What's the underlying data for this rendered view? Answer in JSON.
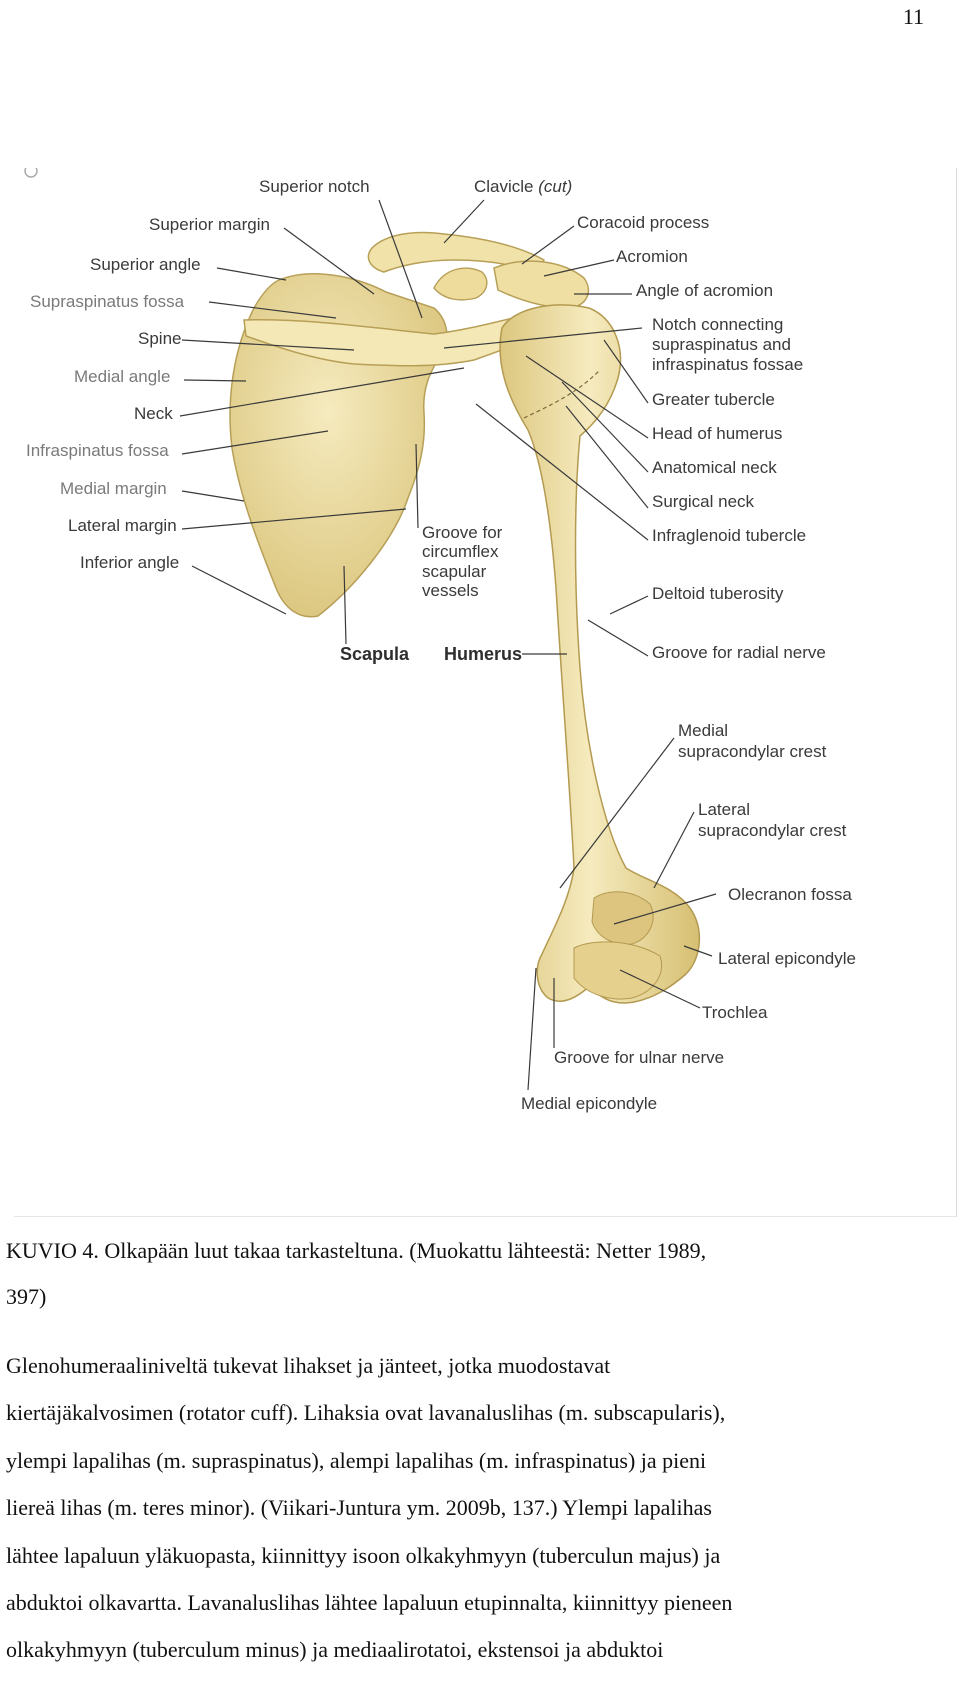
{
  "page_number": "11",
  "figure": {
    "labels_left": [
      "Superior notch",
      "Superior margin",
      "Superior angle",
      "Supraspinatus fossa",
      "Spine",
      "Medial angle",
      "Neck",
      "Infraspinatus fossa",
      "Medial margin",
      "Lateral margin",
      "Inferior angle"
    ],
    "clavicle_label": "Clavicle",
    "clavicle_cut": "(cut)",
    "labels_right": [
      "Coracoid process",
      "Acromion",
      "Angle of acromion"
    ],
    "notch_lines": [
      "Notch connecting",
      "supraspinatus and",
      "infraspinatus fossae"
    ],
    "labels_right2": [
      "Greater tubercle",
      "Head of humerus",
      "Anatomical neck",
      "Surgical neck",
      "Infraglenoid tubercle",
      "Deltoid tuberosity",
      "Groove for radial nerve"
    ],
    "groove_circumflex": [
      "Groove for",
      "circumflex",
      "scapular",
      "vessels"
    ],
    "scapula": "Scapula",
    "humerus": "Humerus",
    "medial_supracondylar": [
      "Medial",
      "supracondylar crest"
    ],
    "lateral_supracondylar": [
      "Lateral",
      "supracondylar crest"
    ],
    "olecranon_fossa": "Olecranon fossa",
    "lateral_epicondyle": "Lateral epicondyle",
    "trochlea": "Trochlea",
    "groove_ulnar": "Groove for ulnar nerve",
    "medial_epicondyle": "Medial epicondyle"
  },
  "caption": {
    "line1": "KUVIO 4. Olkapään luut takaa tarkasteltuna. (Muokattu lähteestä: Netter 1989,",
    "line2": "397)"
  },
  "body_lines": [
    "Glenohumeraaliniveltä tukevat lihakset ja jänteet, jotka muodostavat",
    "kiertäjäkalvosimen (rotator cuff). Lihaksia ovat lavanaluslihas (m. subscapularis),",
    "ylempi lapalihas (m. supraspinatus), alempi lapalihas (m. infraspinatus) ja pieni",
    "liereä lihas (m. teres minor). (Viikari-Juntura ym. 2009b, 137.) Ylempi lapalihas",
    "lähtee lapaluun yläkuopasta, kiinnittyy isoon olkakyhmyyn (tuberculun majus) ja",
    "abduktoi olkavartta. Lavanaluslihas lähtee lapaluun etupinnalta, kiinnittyy pieneen",
    "olkakyhmyyn (tuberculum minus) ja mediaalirotatoi, ekstensoi ja abduktoi"
  ],
  "colors": {
    "bone": "#efe0a6",
    "bone_shadow": "#d9c47c",
    "bone_light": "#f8eec6"
  }
}
